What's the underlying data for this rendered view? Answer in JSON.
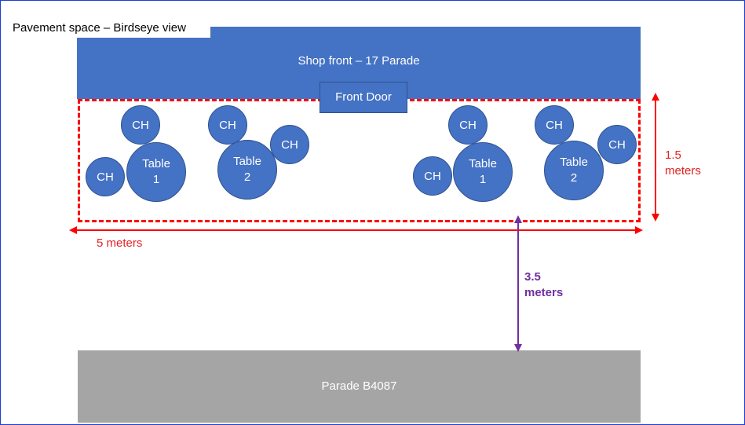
{
  "title": "Pavement space – Birdseye view",
  "shop_front": "Shop front – 17 Parade",
  "front_door": "Front Door",
  "road": "Parade B4087",
  "chair_label": "CH",
  "tables": [
    {
      "line1": "Table",
      "line2": "1"
    },
    {
      "line1": "Table",
      "line2": "2"
    },
    {
      "line1": "Table",
      "line2": "1"
    },
    {
      "line1": "Table",
      "line2": "2"
    }
  ],
  "measurements": {
    "width": "5 meters",
    "depth_value": "1.5",
    "depth_unit": "meters",
    "gap_value": "3.5",
    "gap_unit": "meters"
  },
  "colors": {
    "shop_fill": "#4472c4",
    "road_fill": "#a5a5a5",
    "zone_border": "#ff0000",
    "gap_arrow": "#7030a0"
  }
}
